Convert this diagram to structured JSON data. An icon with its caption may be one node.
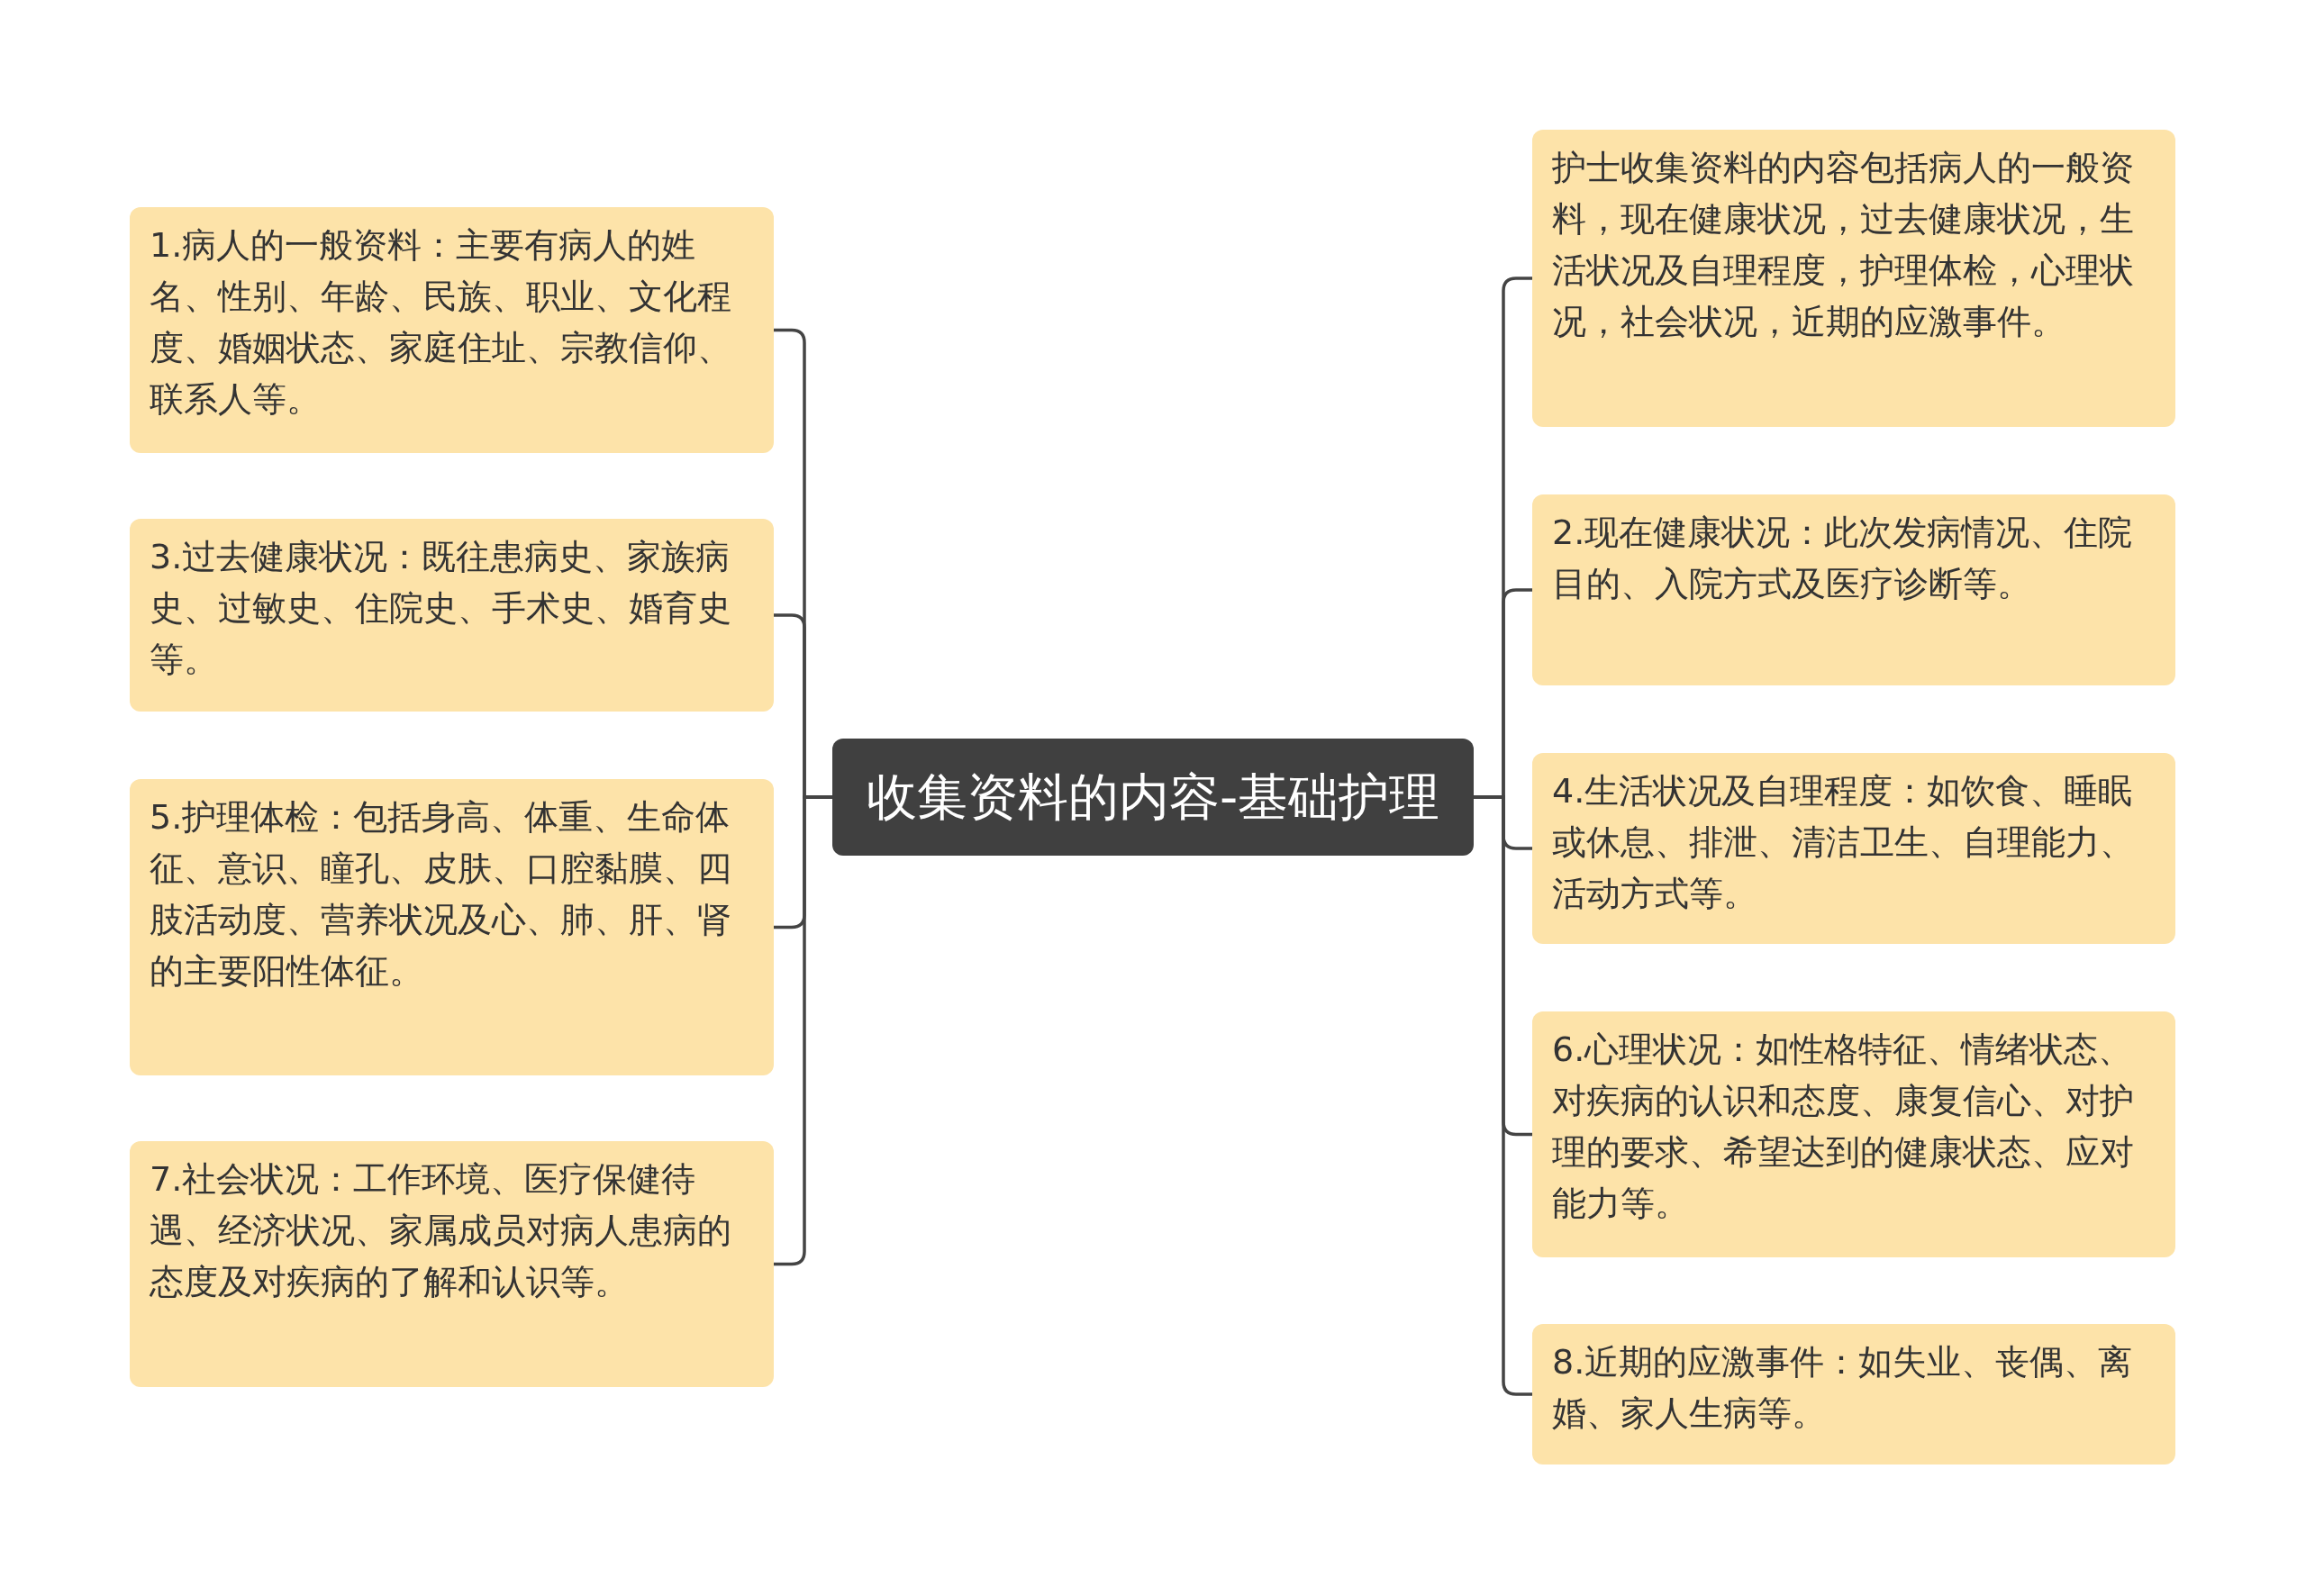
{
  "diagram": {
    "nodes": [
      {
        "text": [
          "收集资料的内容-基础护理"
        ]
      },
      {
        "text": [
          "护士收集资料的内容包括病人的一般资料，现在健康状况，过去健康状况，生活状况及自理程度，护理体检，心理状况，社会状况，近期的应激事件。"
        ]
      },
      {
        "text": [
          "1.病人的一般资料：主要有病人的姓名、性别、年龄、民族、职业、文化程度、婚姻状态、家庭住址、宗教信仰、联系人等。"
        ]
      },
      {
        "text": [
          "2.现在健康状况：此次发病情况、住院目的、入院方式及医疗诊断等。"
        ]
      },
      {
        "text": [
          "3.过去健康状况：既往患病史、家族病史、过敏史、住院史、手术史、婚育史等。"
        ]
      },
      {
        "text": [
          "4.生活状况及自理程度：如饮食、睡眠或休息、排泄、清洁卫生、自理能力、活动方式等。"
        ]
      },
      {
        "text": [
          "5.护理体检：包括身高、体重、生命体征、意识、瞳孔、皮肤、口腔黏膜、四肢活动度、营养状况及心、肺、肝、肾的主要阳性体征。"
        ]
      },
      {
        "text": [
          "6.心理状况：如性格特征、情绪状态、对疾病的认识和态度、康复信心、对护理的要求、希望达到的健康状态、应对能力等。"
        ]
      },
      {
        "text": [
          "7.社会状况：工作环境、医疗保健待遇、经济状况、家属成员对病人患病的态度及对疾病的了解和认识等。"
        ]
      },
      {
        "text": [
          "8.近期的应激事件：如失业、丧偶、离婚、家人生病等。"
        ]
      }
    ],
    "edges": [
      {
        "from": 0,
        "to": 1,
        "arrow": "none"
      },
      {
        "from": 0,
        "to": 2,
        "arrow": "none"
      },
      {
        "from": 0,
        "to": 3,
        "arrow": "none"
      },
      {
        "from": 0,
        "to": 4,
        "arrow": "none"
      },
      {
        "from": 0,
        "to": 5,
        "arrow": "none"
      },
      {
        "from": 0,
        "to": 6,
        "arrow": "none"
      },
      {
        "from": 0,
        "to": 7,
        "arrow": "none"
      },
      {
        "from": 0,
        "to": 8,
        "arrow": "none"
      },
      {
        "from": 0,
        "to": 9,
        "arrow": "none"
      }
    ]
  }
}
